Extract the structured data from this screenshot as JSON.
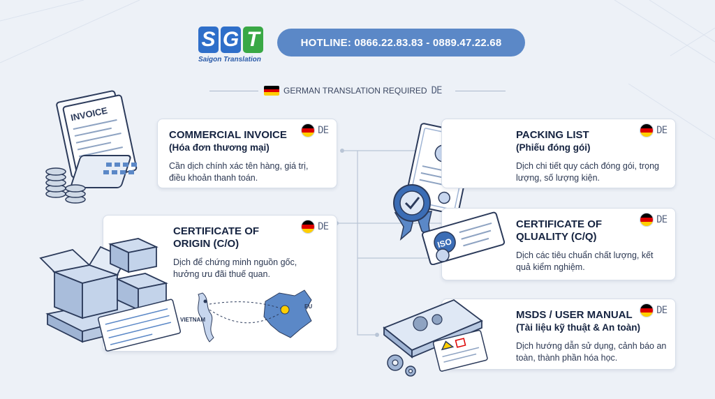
{
  "brand": {
    "letters": [
      "S",
      "G",
      "T"
    ],
    "letter_colors": [
      "#2f6fc9",
      "#2f6fc9",
      "#39a845"
    ],
    "subtitle": "Saigon Translation"
  },
  "hotline": "HOTLINE: 0866.22.83.83 - 0889.47.22.68",
  "requirement": {
    "label": "GERMAN TRANSLATION REQUIRED",
    "code": "DE",
    "flag_icon": "germany-flag-icon"
  },
  "colors": {
    "accent_blue": "#5b88c7",
    "navy": "#152340",
    "flag_black": "#000000",
    "flag_red": "#dd0000",
    "flag_gold": "#ffce00"
  },
  "documents": [
    {
      "id": "commercial-invoice",
      "title": "COMMERCIAL INVOICE",
      "subtitle": "(Hóa đơn thương mại)",
      "description": "Cần dịch chính xác tên hàng, giá trị, điều khoản thanh toán.",
      "code": "DE",
      "illustration": "invoice-calculator-coins-icon",
      "illustration_text": "INVOICE"
    },
    {
      "id": "certificate-of-origin",
      "title": "CERTIFICATE OF",
      "title2": "ORIGIN (C/O)",
      "subtitle": "",
      "description": "Dịch để chứng minh nguồn gốc, hưởng ưu đãi thuế quan.",
      "code": "DE",
      "illustration": "cargo-boxes-pallet-icon",
      "map_labels": [
        "VIETNAM",
        "EU"
      ]
    },
    {
      "id": "packing-list",
      "title": "PACKING LIST",
      "subtitle": "(Phiếu đóng gói)",
      "description": "Dịch chi tiết quy cách đóng gói, trọng lượng, số lượng kiện.",
      "code": "DE",
      "illustration": "certificate-badge-icon"
    },
    {
      "id": "certificate-of-quality",
      "title": "CERTIFICATE OF",
      "title2": "QLUALITY (C/Q)",
      "subtitle": "",
      "description": "Dịch các tiêu chuẩn chất lượng, kết quả kiểm nghiệm.",
      "code": "DE",
      "illustration": "iso-certificate-icon",
      "illustration_text": "ISO"
    },
    {
      "id": "msds-user-manual",
      "title": "MSDS / USER MANUAL",
      "subtitle": "(Tài liệu kỹ thuật & An toàn)",
      "description": "Dịch hướng dẫn sử dụng, cảnh báo an toàn, thành phần hóa học.",
      "code": "DE",
      "illustration": "manual-gears-icon"
    }
  ]
}
